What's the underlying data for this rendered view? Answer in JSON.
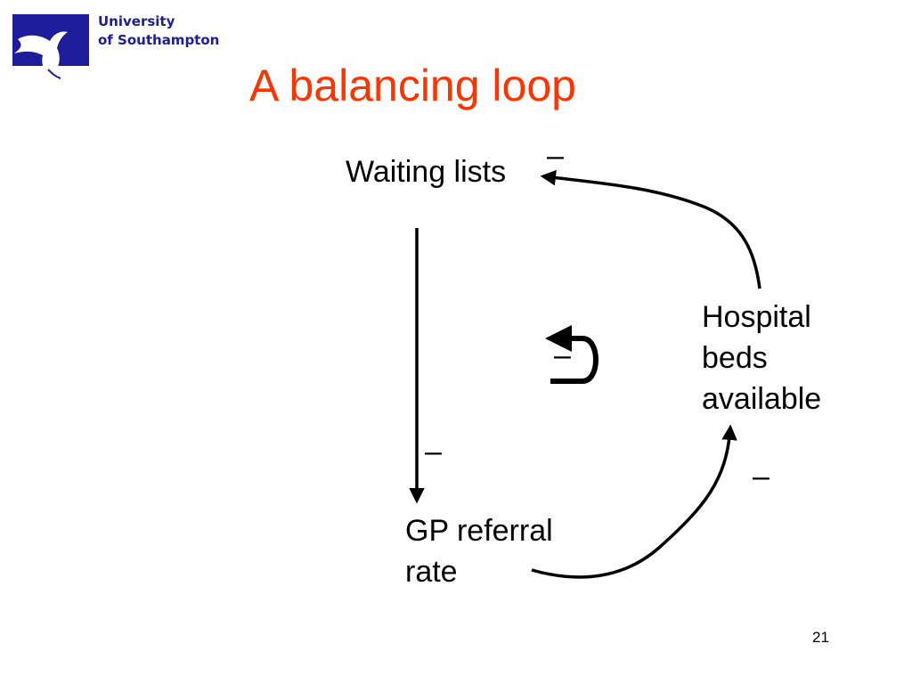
{
  "header": {
    "logo_line1": "University",
    "logo_line2": "of Southampton",
    "logo_icon": "dolphin-icon"
  },
  "slide": {
    "title": "A balancing loop",
    "page_number": "21",
    "title_color": "#ff3300",
    "brand_color": "#1d1d9b"
  },
  "diagram": {
    "nodes": {
      "waiting_lists": "Waiting lists",
      "hospital_line1": "Hospital",
      "hospital_line2": "beds",
      "hospital_line3": "available",
      "gp_line1": "GP referral",
      "gp_line2": "rate"
    },
    "links": {
      "hospital_to_waiting_polarity": "–",
      "waiting_to_gp_polarity": "–",
      "gp_to_hospital_polarity": "–"
    },
    "loop_indicator": {
      "sign": "–",
      "icon": "loop-arrow-icon"
    }
  }
}
